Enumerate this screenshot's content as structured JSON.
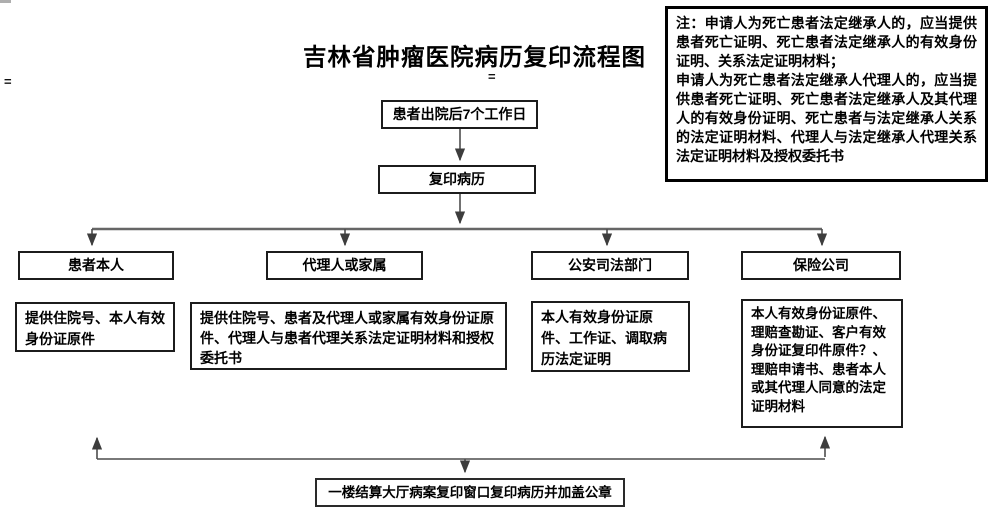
{
  "title": "吉林省肿瘤医院病历复印流程图",
  "artifacts": {
    "mark_left": "=",
    "mark_center": "="
  },
  "note": {
    "para1": "注：申请人为死亡患者法定继承人的，应当提供患者死亡证明、死亡患者法定继承人的有效身份证明、关系法定证明材料；",
    "para2": "申请人为死亡患者法定继承人代理人的，应当提供患者死亡证明、死亡患者法定继承人及其代理人的有效身份证明、死亡患者与法定继承人关系的法定证明材料、代理人与法定继承人代理关系法定证明材料及授权委托书"
  },
  "flow": {
    "start": "患者出院后7个工作日",
    "step2": "复印病历",
    "branches": [
      {
        "header": "患者本人",
        "detail": "提供住院号、本人有效身份证原件"
      },
      {
        "header": "代理人或家属",
        "detail": "提供住院号、患者及代理人或家属有效身份证原件、代理人与患者代理关系法定证明材料和授权委托书"
      },
      {
        "header": "公安司法部门",
        "detail": "本人有效身份证原件、工作证、调取病历法定证明"
      },
      {
        "header": "保险公司",
        "detail": "本人有效身份证原件、理赔查勘证、客户有效身份证复印件原件？、理赔申请书、患者本人或其代理人同意的法定证明材料"
      }
    ],
    "end": "一楼结算大厅病案复印窗口复印病历并加盖公章"
  },
  "colors": {
    "background": "#ffffff",
    "box_border": "#1c1c1c",
    "note_border": "#000000",
    "connector_line": "#4d4d4d",
    "distribution_line": "#666666",
    "arrowhead": "#3d3d3d",
    "text": "#000000"
  }
}
